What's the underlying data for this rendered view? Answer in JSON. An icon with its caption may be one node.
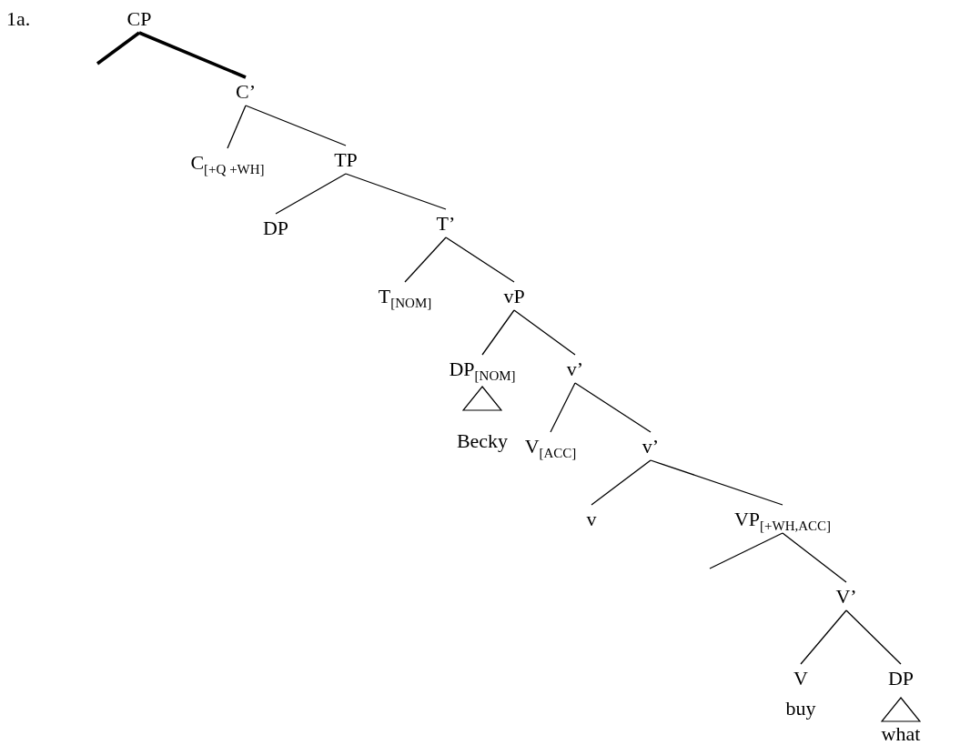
{
  "diagram": {
    "nodes": [
      {
        "text": [
          "CP"
        ]
      },
      {
        "text": [
          "C’"
        ]
      },
      {
        "text": [
          "C$_{[+Q +WH]}$"
        ]
      },
      {
        "text": [
          "TP"
        ]
      },
      {
        "text": [
          "DP"
        ]
      },
      {
        "text": [
          "T’"
        ]
      },
      {
        "text": [
          "T$_{[NOM]}$"
        ]
      },
      {
        "text": [
          "vP"
        ]
      },
      {
        "text": [
          "DP$_{[NOM]}$"
        ]
      },
      {
        "text": [],
        "shape": "triangle"
      },
      {
        "text": [
          "Becky"
        ]
      },
      {
        "text": [
          "v’"
        ]
      },
      {
        "text": [
          "V$_{[ACC]}$"
        ]
      },
      {
        "text": [
          "v’"
        ]
      },
      {
        "text": [
          "v"
        ]
      },
      {
        "text": [
          "VP$_{[+WH,ACC]}$"
        ]
      },
      {
        "text": [
          "V’"
        ]
      },
      {
        "text": [
          "V"
        ]
      },
      {
        "text": [
          "buy"
        ]
      },
      {
        "text": [
          "DP"
        ]
      },
      {
        "text": [],
        "shape": "triangle"
      },
      {
        "text": [
          "what"
        ]
      }
    ],
    "edges": [
      {
        "from": 0,
        "to": null,
        "arrow": "none",
        "style": "thick"
      },
      {
        "from": 0,
        "to": 1,
        "arrow": "none",
        "style": "thick"
      },
      {
        "from": 1,
        "to": 2,
        "arrow": "none"
      },
      {
        "from": 1,
        "to": 3,
        "arrow": "none"
      },
      {
        "from": 3,
        "to": 4,
        "arrow": "none"
      },
      {
        "from": 3,
        "to": 5,
        "arrow": "none"
      },
      {
        "from": 5,
        "to": 6,
        "arrow": "none"
      },
      {
        "from": 5,
        "to": 7,
        "arrow": "none"
      },
      {
        "from": 7,
        "to": 8,
        "arrow": "none"
      },
      {
        "from": 7,
        "to": 11,
        "arrow": "none"
      },
      {
        "from": 11,
        "to": 12,
        "arrow": "none"
      },
      {
        "from": 11,
        "to": 13,
        "arrow": "none"
      },
      {
        "from": 13,
        "to": 14,
        "arrow": "none"
      },
      {
        "from": 13,
        "to": 15,
        "arrow": "none"
      },
      {
        "from": 15,
        "to": null,
        "arrow": "none"
      },
      {
        "from": 15,
        "to": 16,
        "arrow": "none"
      },
      {
        "from": 16,
        "to": 17,
        "arrow": "none"
      },
      {
        "from": 16,
        "to": 19,
        "arrow": "none"
      }
    ],
    "labels": [
      "1a."
    ]
  }
}
